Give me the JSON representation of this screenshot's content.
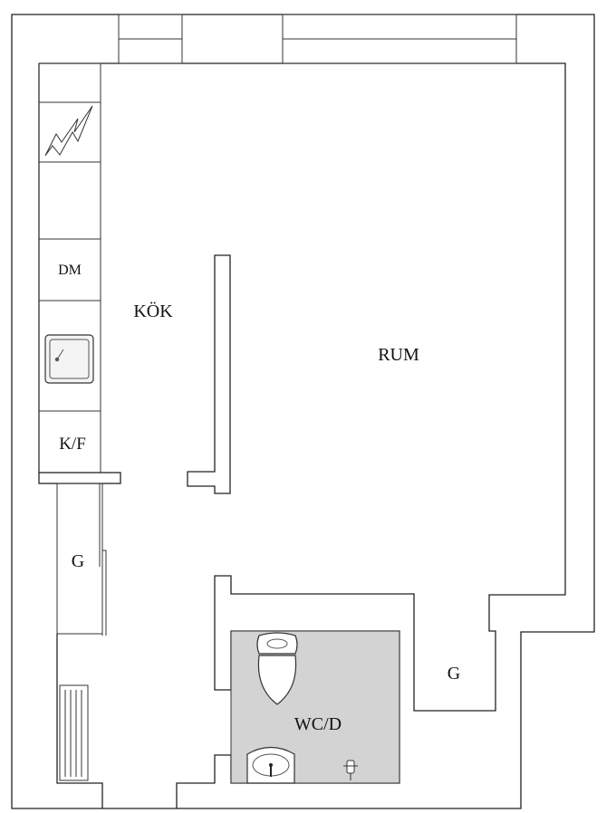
{
  "plan": {
    "rooms": {
      "kok": "KÖK",
      "rum": "RUM",
      "wcd": "WC/D",
      "dm": "DM",
      "kf": "K/F",
      "g_hall": "G",
      "g_closet": "G"
    },
    "colors": {
      "wall": "#222222",
      "bathroom_fill": "#d3d3d3",
      "background": "#ffffff"
    },
    "icons": {
      "stove": "stove-icon",
      "sink": "kitchen-sink-icon",
      "toilet": "toilet-icon",
      "washbasin": "washbasin-icon",
      "radiator": "radiator-icon",
      "faucet": "faucet-icon"
    }
  }
}
